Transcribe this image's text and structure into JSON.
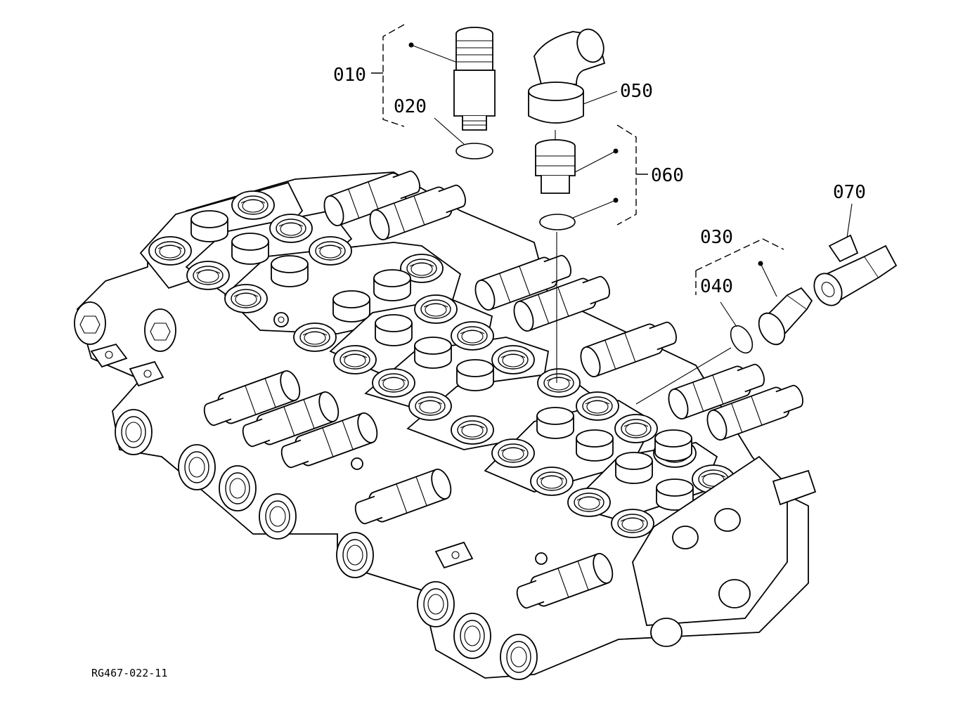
{
  "diagram": {
    "drawing_code": "RG467-022-11",
    "labels": {
      "p010": "010",
      "p020": "020",
      "p030": "030",
      "p040": "040",
      "p050": "050",
      "p060": "060",
      "p070": "070"
    }
  }
}
